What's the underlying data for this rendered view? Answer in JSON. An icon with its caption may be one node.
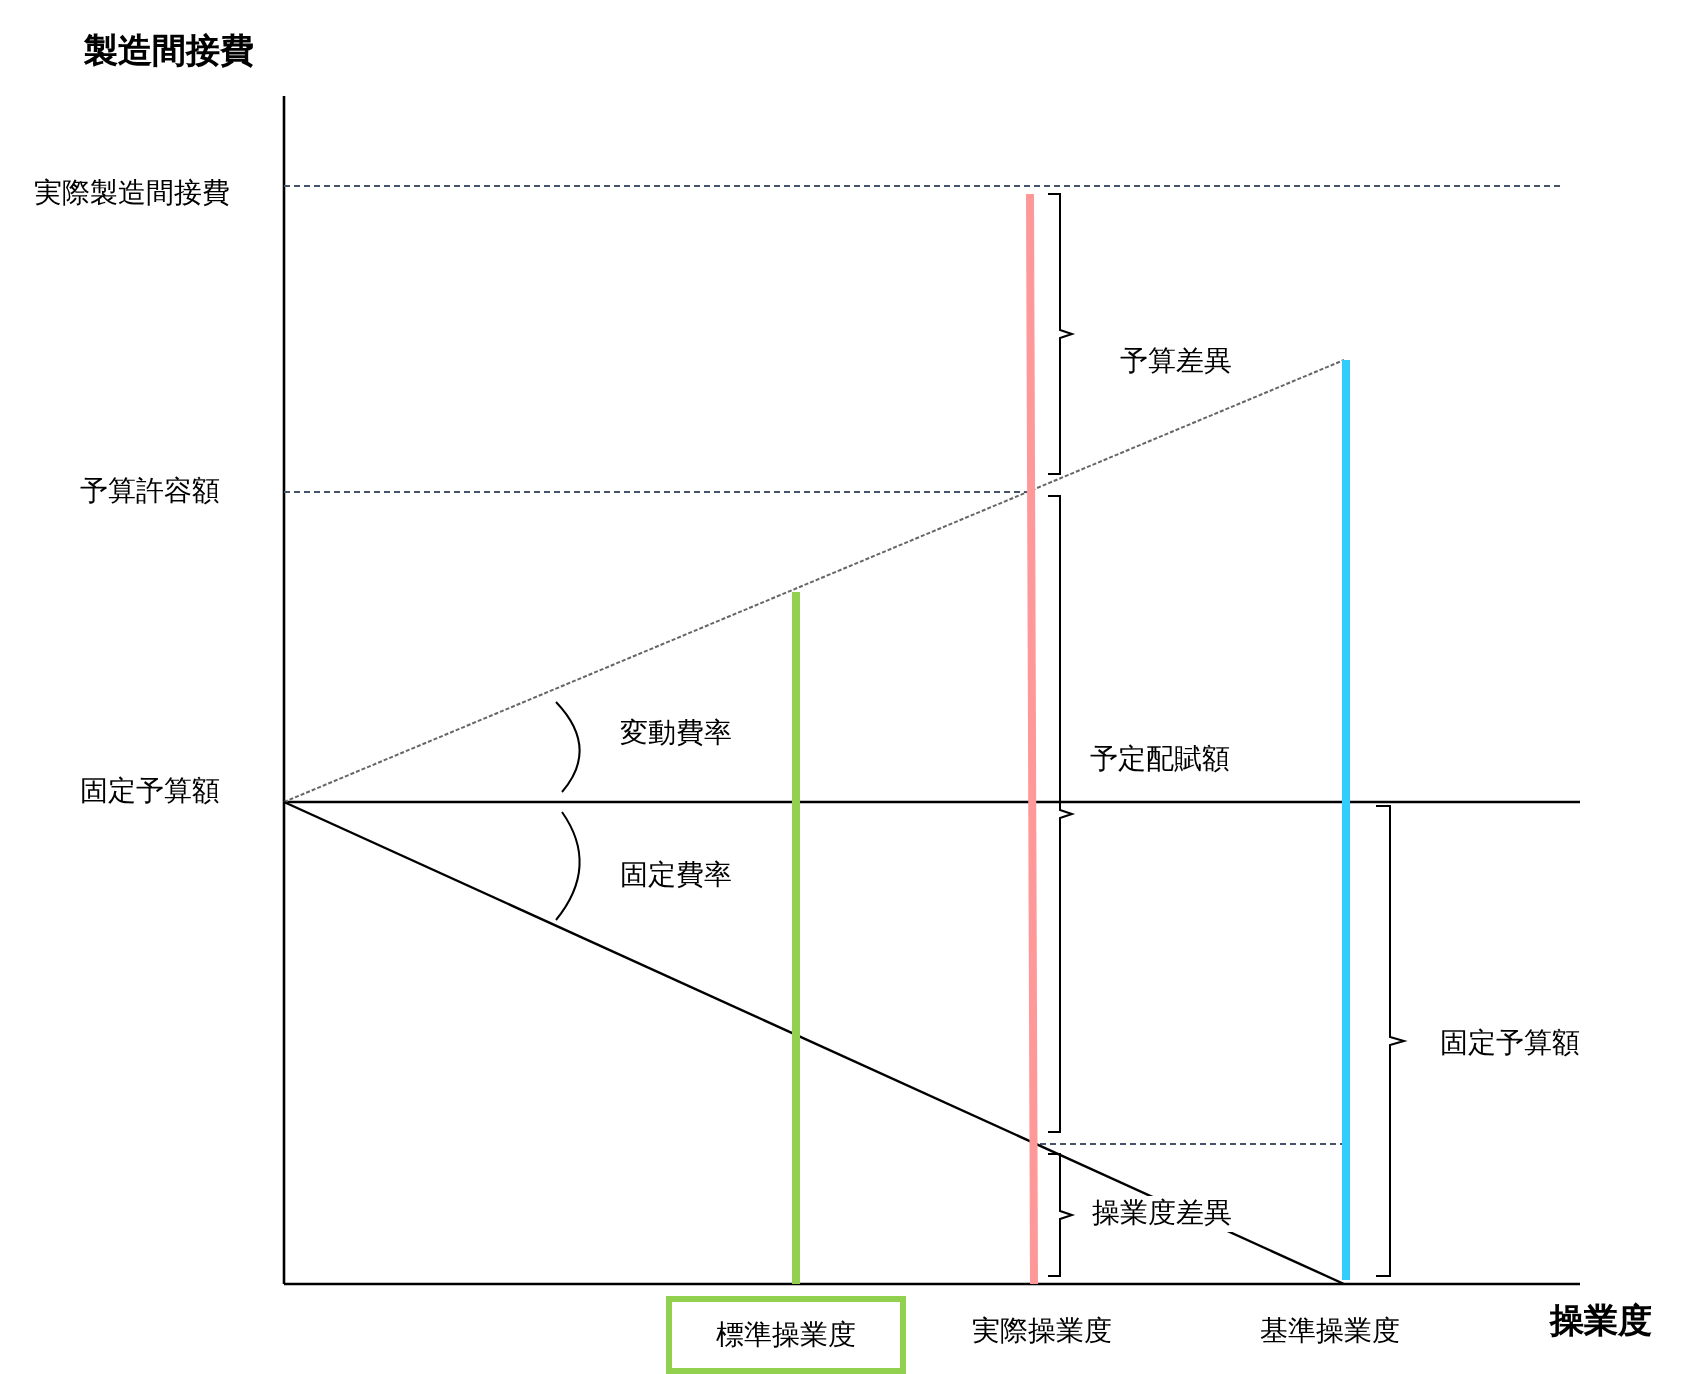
{
  "diagram": {
    "nodes": [
      {
        "text": [
          "標準操業度"
        ]
      }
    ],
    "labels": [
      "製造間接費",
      "実際製造間接費",
      "予算差異",
      "予算許容額",
      "変動費率",
      "予定配賦額",
      "固定予算額",
      "固定費率",
      "固定予算額",
      "操業度差異",
      "実際操業度",
      "基準操業度",
      "操業度"
    ]
  }
}
